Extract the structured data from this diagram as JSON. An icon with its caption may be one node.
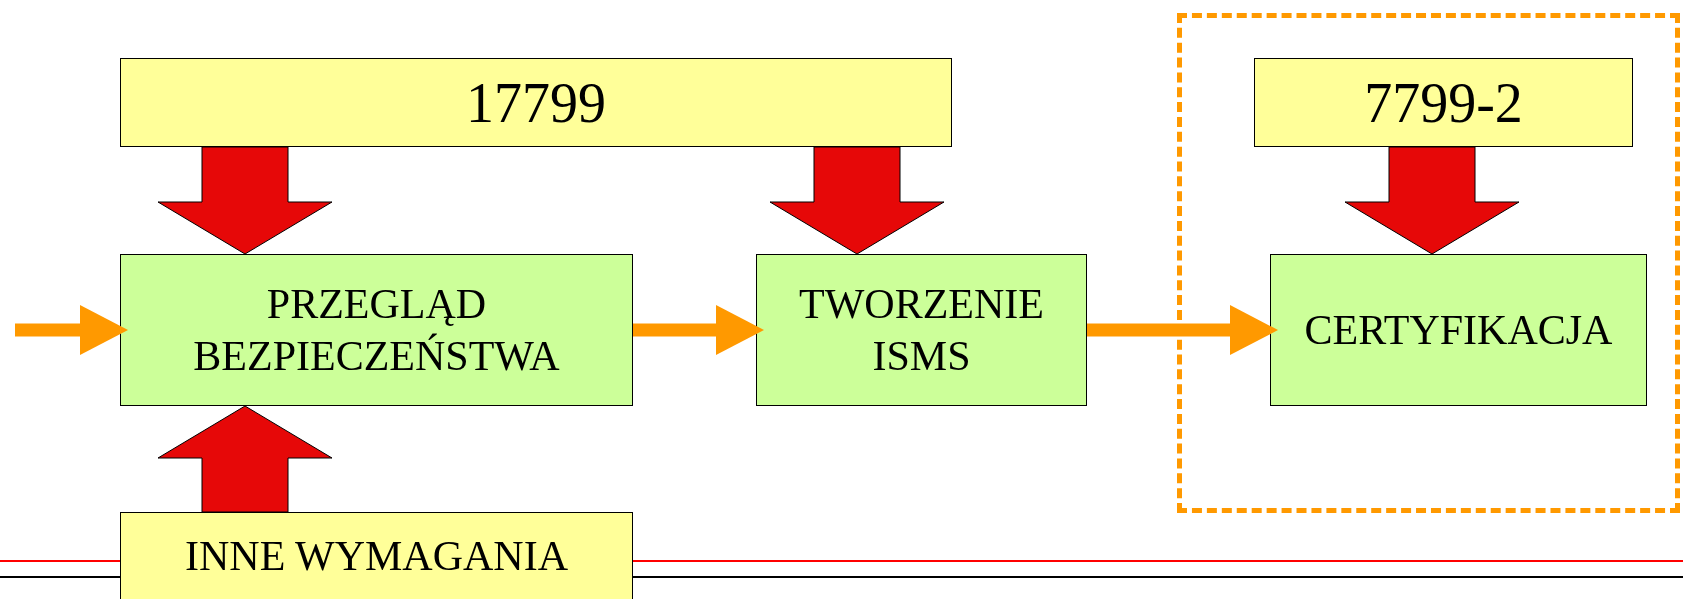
{
  "diagram": {
    "nodes": [
      {
        "text": [
          "17799"
        ]
      },
      {
        "text": [],
        "shape": "box"
      },
      {
        "text": [
          "7799-2"
        ],
        "in": 1
      },
      {
        "text": [
          "PRZEGLĄD BEZPIECZEŃSTWA"
        ]
      },
      {
        "text": [
          "TWORZENIE ISMS"
        ]
      },
      {
        "text": [
          "CERTYFIKACJA"
        ],
        "in": 1
      },
      {
        "text": [
          "INNE WYMAGANIA"
        ]
      }
    ],
    "edges": [
      {
        "from": 0,
        "to": 3,
        "arrow": "to"
      },
      {
        "from": 0,
        "to": 4,
        "arrow": "to"
      },
      {
        "from": 2,
        "to": 5,
        "arrow": "to"
      },
      {
        "from": 6,
        "to": 3,
        "arrow": "to"
      },
      {
        "from": null,
        "to": 3,
        "arrow": "to",
        "color": "#ff9900"
      },
      {
        "from": 3,
        "to": 4,
        "arrow": "to",
        "color": "#ff9900"
      },
      {
        "from": 4,
        "to": 5,
        "arrow": "to",
        "color": "#ff9900"
      }
    ]
  }
}
